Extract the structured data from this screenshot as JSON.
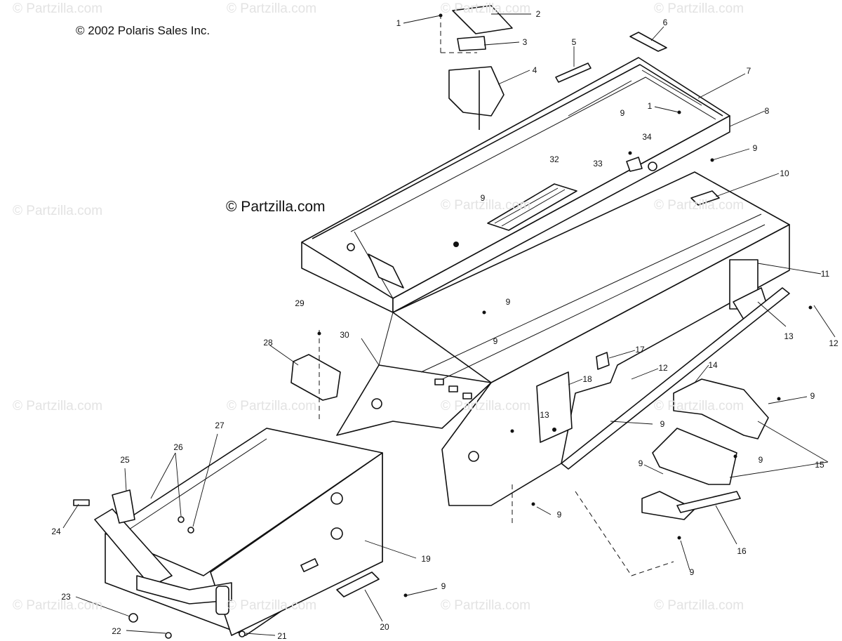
{
  "copyright": "© 2002 Polaris Sales Inc.",
  "logo_text": "© Partzilla.com",
  "watermark_text": "© Partzilla.com",
  "callouts": [
    "1",
    "2",
    "3",
    "4",
    "5",
    "6",
    "7",
    "1",
    "8",
    "9",
    "34",
    "9",
    "33",
    "32",
    "10",
    "9",
    "11",
    "9",
    "13",
    "12",
    "9",
    "29",
    "30",
    "28",
    "17",
    "12",
    "18",
    "14",
    "9",
    "13",
    "9",
    "9",
    "15",
    "9",
    "27",
    "26",
    "25",
    "24",
    "9",
    "19",
    "16",
    "9",
    "23",
    "9",
    "20",
    "22",
    "21"
  ],
  "colors": {
    "line": "#111111",
    "watermark": "#e3e3e3",
    "background": "#ffffff"
  }
}
